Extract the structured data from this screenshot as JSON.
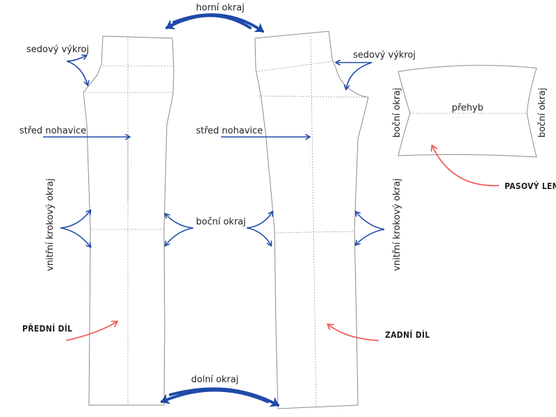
{
  "labels": {
    "horni_okraj": "horní okraj",
    "dolni_okraj": "dolní okraj",
    "sedovy_vykroj_left": "sedový výkroj",
    "sedovy_vykroj_right": "sedový výkroj",
    "stred_nohavice_left": "střed nohavice",
    "stred_nohavice_right": "střed nohavice",
    "bocni_okraj_center": "boční okraj",
    "bocni_okraj_lem_left": "boční okraj",
    "bocni_okraj_lem_right": "boční okraj",
    "vnitrni_left": "vnitřní krokový okraj",
    "vnitrni_right": "vnitřní krokový okraj",
    "prehyb": "přehyb",
    "predni_dil": "PŘEDNÍ DÍL",
    "zadni_dil": "ZADNÍ DÍL",
    "pasovy_lem": "PASOVÝ LEM"
  },
  "colors": {
    "blue_arrow": "#1f4aa8",
    "red_arrow": "#f25c5c",
    "outline": "#8a8a8a"
  }
}
